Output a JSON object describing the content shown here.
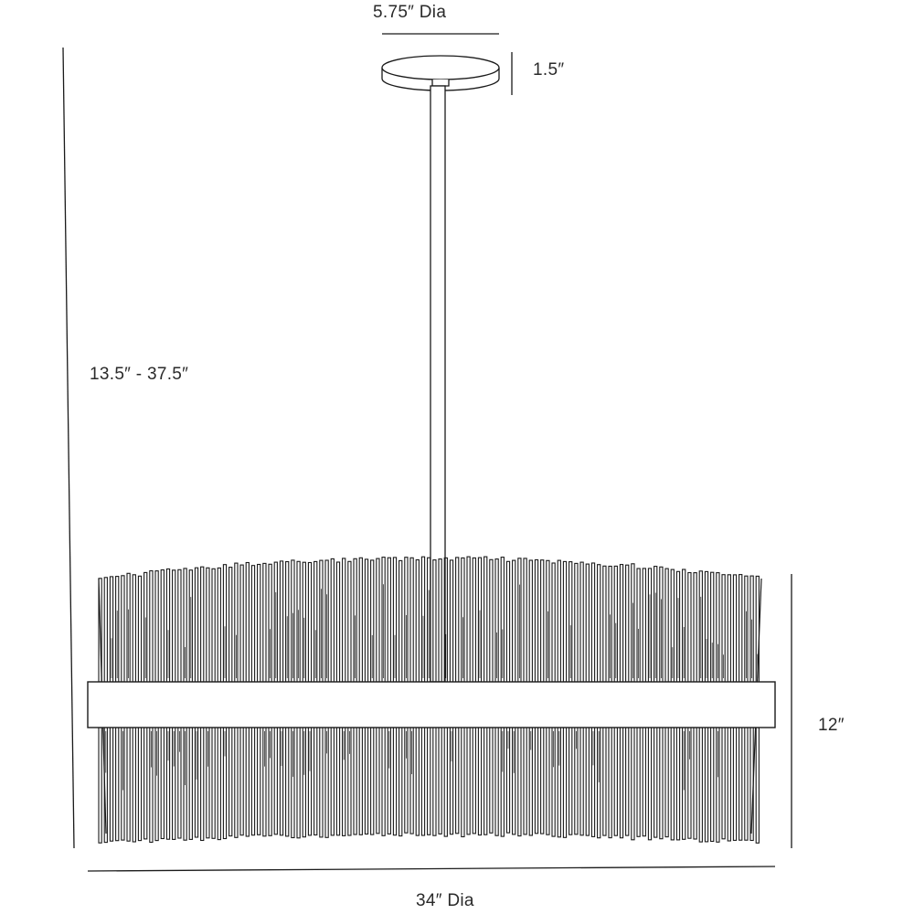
{
  "dimensions": {
    "canopy_diameter": "5.75″ Dia",
    "canopy_height": "1.5″",
    "overall_height": "13.5″ - 37.5″",
    "shade_height": "12″",
    "shade_diameter": "34″ Dia"
  },
  "colors": {
    "line": "#1a1a1a",
    "background": "#ffffff"
  }
}
